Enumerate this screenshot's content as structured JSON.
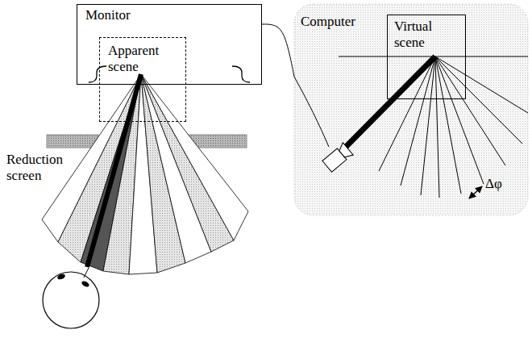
{
  "diagram": {
    "nodes": [
      {
        "text": [
          "Monitor"
        ]
      },
      {
        "text": [
          "Apparent scene"
        ],
        "in": 0
      },
      {
        "text": [
          "Computer"
        ]
      },
      {
        "text": [
          "Virtual scene"
        ],
        "in": 2
      }
    ],
    "edges": [
      {
        "from": 0,
        "to": 2,
        "arrow": "none"
      }
    ],
    "labels": [
      "Reduction screen",
      "Δφ"
    ]
  }
}
